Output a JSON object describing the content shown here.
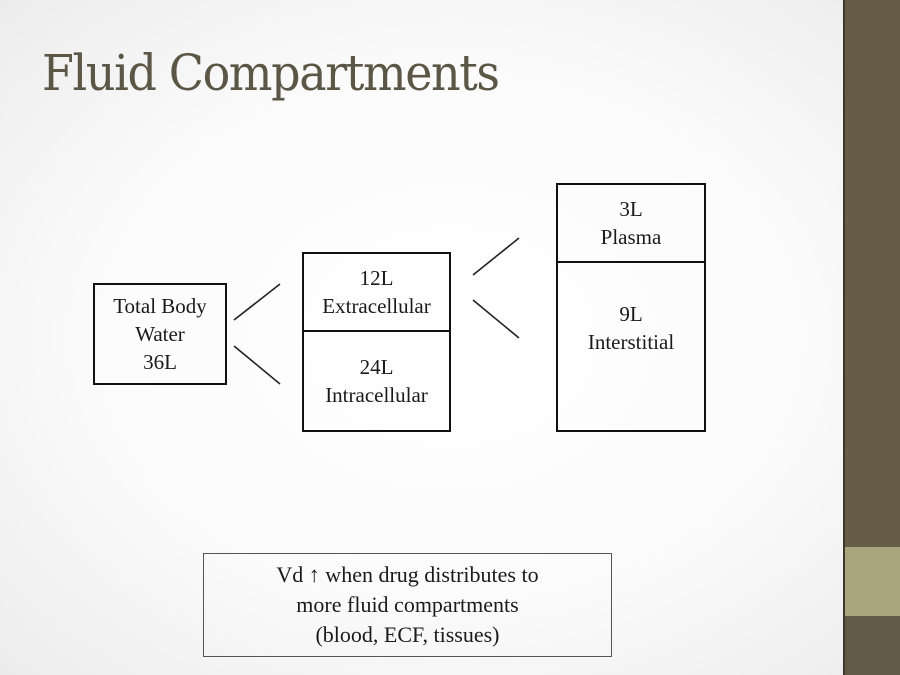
{
  "slide": {
    "title": "Fluid Compartments",
    "total_body_water": {
      "line1": "Total Body",
      "line2": "Water",
      "volume": "36L"
    },
    "extracellular": {
      "volume": "12L",
      "label": "Extracellular"
    },
    "intracellular": {
      "volume": "24L",
      "label": "Intracellular"
    },
    "plasma": {
      "volume": "3L",
      "label": "Plasma"
    },
    "interstitial": {
      "volume": "9L",
      "label": "Interstitial"
    },
    "note": {
      "line1": "Vd ↑ when drug distributes to",
      "line2": "more fluid compartments",
      "line3": "(blood, ECF, tissues)"
    }
  },
  "theme": {
    "title_color": "#5c5646",
    "sidebar_color": "#675c48",
    "sidebar_accent_color": "#a9a57c"
  }
}
